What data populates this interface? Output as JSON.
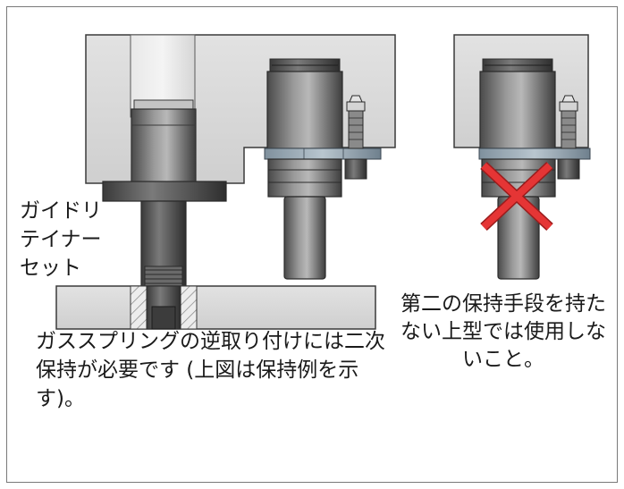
{
  "labels": {
    "guide_retainer": "ガイドリテイナーセット",
    "warning_text": "第二の保持手段を持たない上型では使用しないこと。",
    "caption_text": "ガススプリングの逆取り付けには二次保持が必要です (上図は保持例を示す)。"
  },
  "colors": {
    "block_fill": "#d9d9d9",
    "outline": "#3a3a3a",
    "cross_mark": "#e53535",
    "plate_ring": "#8fa3b3"
  },
  "icons": {
    "prohibited_mark": "red-x-icon"
  }
}
